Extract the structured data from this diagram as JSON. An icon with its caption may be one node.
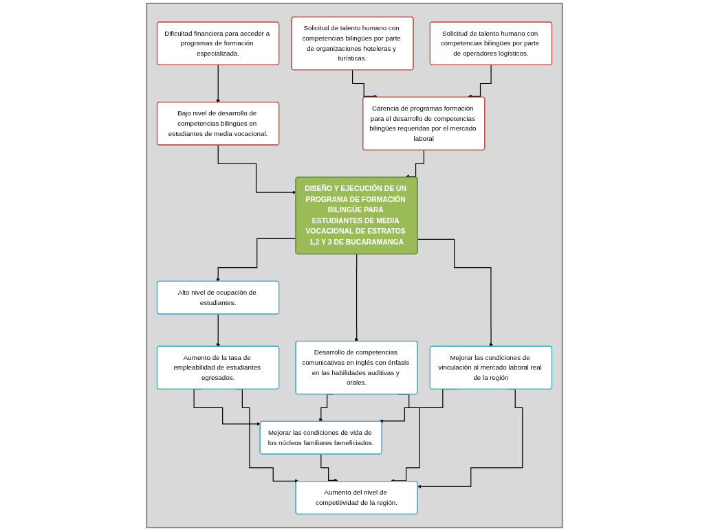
{
  "diagram": {
    "nodes": [
      {
        "text": [],
        "shape": "box"
      },
      {
        "text": [
          "Dificultad financiera para acceder a programas de formación especializada."
        ],
        "in": 0
      },
      {
        "text": [
          "Solicitud de talento humano con competencias bilingües por parte de organizaciones hoteleras y turísticas."
        ],
        "in": 0
      },
      {
        "text": [
          "Solicitud de talento humano con competencias bilingües por parte de operadores logísticos."
        ],
        "in": 0
      },
      {
        "text": [
          "Bajo nivel de desarrollo de competencias bilingües en estudiantes de media vocacional."
        ],
        "in": 0
      },
      {
        "text": [
          "Carencia de programas formación para el desarrollo de competencias bilingües requeridas por el mercado laboral"
        ],
        "in": 0
      },
      {
        "text": [
          "DISEÑO Y EJECUCIÓN DE UN PROGRAMA DE FORMACIÓN BILINGÜE PARA ESTUDIANTES DE MEDIA VOCACIONAL DE ESTRATOS 1,2 Y 3 DE BUCARAMANGA"
        ],
        "in": 0
      },
      {
        "text": [
          "Alto nivel de ocupación de estudiantes."
        ],
        "in": 0
      },
      {
        "text": [
          "Desarrollo de competencias comunicativas en inglés con énfasis en las habilidades auditivas y orales."
        ],
        "in": 0
      },
      {
        "text": [
          "Mejorar las condiciones de vinculación al mercado laboral real de la región"
        ],
        "in": 0
      },
      {
        "text": [
          "Aumento de la tasa de empleabilidad de estudiantes egresados."
        ],
        "in": 0
      },
      {
        "text": [
          "Mejorar las condiciones de vida de los núcleos familiares beneficiados."
        ],
        "in": 0
      },
      {
        "text": [
          "Aumento del nivel de competitividad de la región."
        ],
        "in": 0
      }
    ],
    "edges": [
      {
        "from": 1,
        "to": 4,
        "arrow": "to"
      },
      {
        "from": 2,
        "to": 5,
        "arrow": "to"
      },
      {
        "from": 3,
        "to": 5,
        "arrow": "to"
      },
      {
        "from": 4,
        "to": 6,
        "arrow": "to"
      },
      {
        "from": 5,
        "to": 6,
        "arrow": "to"
      },
      {
        "from": 6,
        "to": 7,
        "arrow": "to"
      },
      {
        "from": 6,
        "to": 8,
        "arrow": "to"
      },
      {
        "from": 6,
        "to": 9,
        "arrow": "to"
      },
      {
        "from": 7,
        "to": 10,
        "arrow": "to"
      },
      {
        "from": 10,
        "to": 11,
        "arrow": "to"
      },
      {
        "from": 10,
        "to": 12,
        "arrow": "to"
      },
      {
        "from": 8,
        "to": 11,
        "arrow": "to"
      },
      {
        "from": 8,
        "to": 12,
        "arrow": "to"
      },
      {
        "from": 9,
        "to": 11,
        "arrow": "to"
      },
      {
        "from": 9,
        "to": 12,
        "arrow": "to"
      },
      {
        "from": 11,
        "to": 12,
        "arrow": "to"
      }
    ]
  }
}
